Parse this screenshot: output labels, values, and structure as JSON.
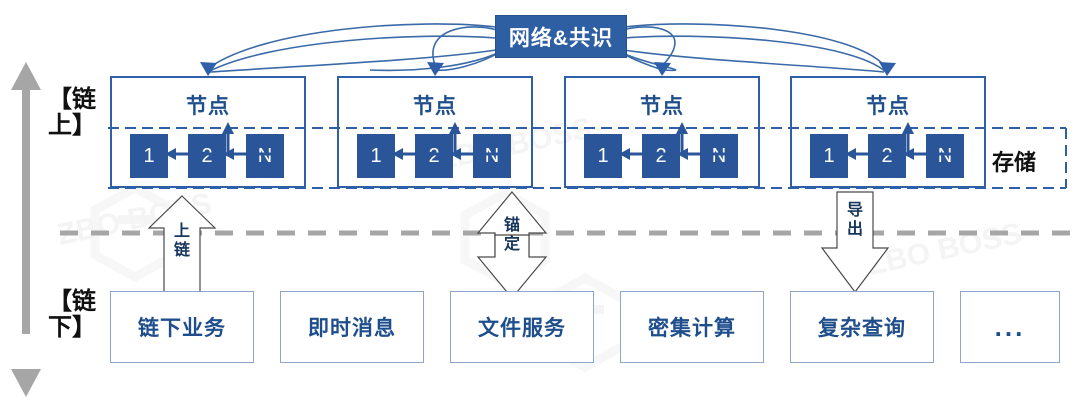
{
  "diagram": {
    "title_box": {
      "label": "网络&共识"
    },
    "axis": {
      "upper_label": "【链上】",
      "lower_label": "【链下】"
    },
    "storage_label": "存储",
    "nodes": [
      {
        "title": "节点",
        "blocks": [
          "1",
          "2",
          "N"
        ]
      },
      {
        "title": "节点",
        "blocks": [
          "1",
          "2",
          "N"
        ]
      },
      {
        "title": "节点",
        "blocks": [
          "1",
          "2",
          "N"
        ]
      },
      {
        "title": "节点",
        "blocks": [
          "1",
          "2",
          "N"
        ]
      }
    ],
    "flows": [
      {
        "label": "上\n链",
        "direction": "up"
      },
      {
        "label": "锚\n定",
        "direction": "both"
      },
      {
        "label": "导\n出",
        "direction": "down"
      }
    ],
    "services": [
      {
        "label": "链下业务"
      },
      {
        "label": "即时消息"
      },
      {
        "label": "文件服务"
      },
      {
        "label": "密集计算"
      },
      {
        "label": "复杂查询"
      },
      {
        "label": "..."
      }
    ],
    "colors": {
      "brand_blue": "#2a5699",
      "header_blue": "#2e5fa3",
      "node_border": "#2f5fa8",
      "service_border": "#8fa6c8",
      "divider_gray": "#a6a6a6",
      "text_blue": "#1f4e8c",
      "text_dark": "#111111"
    },
    "watermarks": [
      "ZBO BOSS",
      "ZBO BOSS",
      "ZBO BOSS"
    ]
  }
}
